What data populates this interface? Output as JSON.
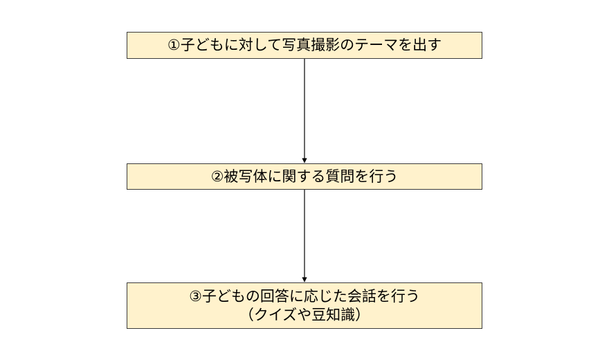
{
  "diagram": {
    "type": "flowchart",
    "steps": [
      {
        "id": "step-1",
        "lines": [
          "①子どもに対して写真撮影のテーマを出す"
        ]
      },
      {
        "id": "step-2",
        "lines": [
          "②被写体に関する質問を行う"
        ]
      },
      {
        "id": "step-3",
        "lines": [
          "③子どもの回答に応じた会話を行う",
          "（クイズや豆知識）"
        ]
      }
    ],
    "edges": [
      {
        "from": "step-1",
        "to": "step-2"
      },
      {
        "from": "step-2",
        "to": "step-3"
      }
    ],
    "colors": {
      "box_fill": "#fff2cc",
      "box_border": "#3a3a3a",
      "arrow": "#000000",
      "text": "#000000"
    }
  }
}
